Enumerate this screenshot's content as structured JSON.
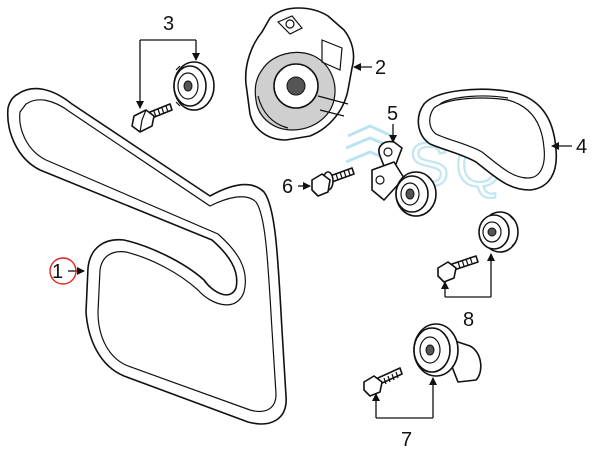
{
  "diagram": {
    "callouts": [
      "1",
      "2",
      "3",
      "4",
      "5",
      "6",
      "7",
      "8"
    ],
    "highlighted_callout": "1",
    "highlight_color": "#e02020",
    "watermark": {
      "text": "SQL",
      "color": "#8fd3e8"
    }
  }
}
